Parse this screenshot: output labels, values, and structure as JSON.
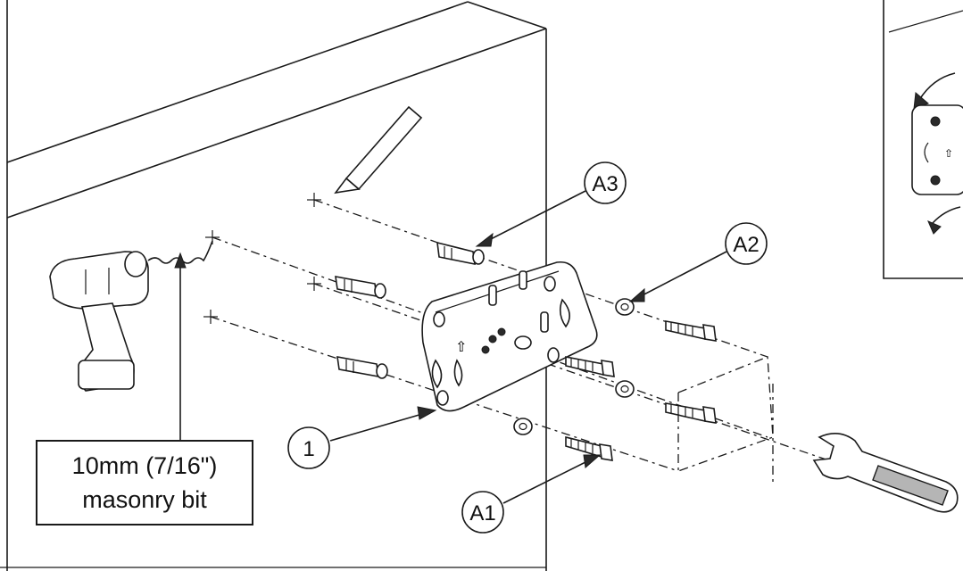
{
  "callouts": {
    "part_1": "1",
    "part_a1": "A1",
    "part_a2": "A2",
    "part_a3": "A3"
  },
  "drill_bit_label": {
    "line1": "10mm (7/16\")",
    "line2": "masonry bit"
  },
  "icons": [
    "drill-icon",
    "pencil-icon",
    "wrench-icon",
    "mounting-bracket",
    "rotate-arrow-icon"
  ]
}
